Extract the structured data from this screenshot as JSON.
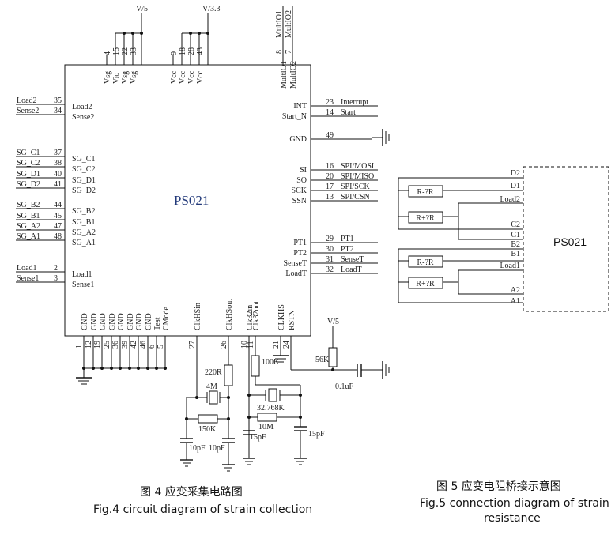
{
  "fig4": {
    "chip_label": "PS021",
    "power_v5": "V/5",
    "power_v33": "V/3.3",
    "top_pins": [
      {
        "num": "4",
        "name": "Vsg"
      },
      {
        "num": "15",
        "name": "Vio"
      },
      {
        "num": "22",
        "name": "Vsg"
      },
      {
        "num": "33",
        "name": "Vsg"
      },
      {
        "num": "9",
        "name": "Vcc"
      },
      {
        "num": "18",
        "name": "Vcc"
      },
      {
        "num": "28",
        "name": "Vcc"
      },
      {
        "num": "43",
        "name": "Vcc"
      }
    ],
    "multi_pins": [
      {
        "num": "8",
        "name": "MultIO1",
        "net": "MultIO1"
      },
      {
        "num": "7",
        "name": "MultIO2",
        "net": "MultIO2"
      }
    ],
    "left_pins": [
      {
        "num": "35",
        "name": "Load2",
        "net": "Load2"
      },
      {
        "num": "34",
        "name": "Sense2",
        "net": "Sense2"
      },
      {
        "num": "37",
        "name": "SG_C1",
        "net": "SG_C1"
      },
      {
        "num": "38",
        "name": "SG_C2",
        "net": "SG_C2"
      },
      {
        "num": "40",
        "name": "SG_D1",
        "net": "SG_D1"
      },
      {
        "num": "41",
        "name": "SG_D2",
        "net": "SG_D2"
      },
      {
        "num": "44",
        "name": "SG_B2",
        "net": "SG_B2"
      },
      {
        "num": "45",
        "name": "SG_B1",
        "net": "SG_B1"
      },
      {
        "num": "47",
        "name": "SG_A2",
        "net": "SG_A2"
      },
      {
        "num": "48",
        "name": "SG_A1",
        "net": "SG_A1"
      },
      {
        "num": "2",
        "name": "Load1",
        "net": "Load1"
      },
      {
        "num": "3",
        "name": "Sense1",
        "net": "Sense1"
      }
    ],
    "right_pins": [
      {
        "num": "23",
        "name": "INT",
        "net": "Interrupt"
      },
      {
        "num": "14",
        "name": "Start_N",
        "net": "Start"
      },
      {
        "num": "49",
        "name": "GND",
        "net": ""
      },
      {
        "num": "16",
        "name": "SI",
        "net": "SPI/MOSI"
      },
      {
        "num": "20",
        "name": "SO",
        "net": "SPI/MISO"
      },
      {
        "num": "17",
        "name": "SCK",
        "net": "SPI/SCK"
      },
      {
        "num": "13",
        "name": "SSN",
        "net": "SPI/CSN"
      },
      {
        "num": "29",
        "name": "PT1",
        "net": "PT1"
      },
      {
        "num": "30",
        "name": "PT2",
        "net": "PT2"
      },
      {
        "num": "31",
        "name": "SenseT",
        "net": "SenseT"
      },
      {
        "num": "32",
        "name": "LoadT",
        "net": "LoadT"
      }
    ],
    "bottom_pins": [
      {
        "num": "1",
        "name": "GND"
      },
      {
        "num": "12",
        "name": "GND"
      },
      {
        "num": "19",
        "name": "GND"
      },
      {
        "num": "25",
        "name": "GND"
      },
      {
        "num": "36",
        "name": "GND"
      },
      {
        "num": "39",
        "name": "GND"
      },
      {
        "num": "42",
        "name": "GND"
      },
      {
        "num": "46",
        "name": "GND"
      },
      {
        "num": "6",
        "name": "Test"
      },
      {
        "num": "5",
        "name": "CMode"
      },
      {
        "num": "27",
        "name": "ClkHSin"
      },
      {
        "num": "26",
        "name": "ClkHSout"
      },
      {
        "num": "10",
        "name": "Clk32in"
      },
      {
        "num": "11",
        "name": "Clk32out"
      },
      {
        "num": "21",
        "name": "CLKHS"
      },
      {
        "num": "24",
        "name": "RSTN"
      }
    ],
    "components": {
      "r220": "220R",
      "xtal_hs": "4M",
      "r150": "150K",
      "c10a": "10pF",
      "c10b": "10pF",
      "r100": "100K",
      "xtal_32": "32.768K",
      "r10m": "10M",
      "c15a": "15pF",
      "c15b": "15pF",
      "r56": "56K",
      "c01": "0.1uF",
      "rst_v5": "V/5"
    },
    "caption_cn": "图 4  应变采集电路图",
    "caption_en": "Fig.4 circuit diagram of strain collection"
  },
  "fig5": {
    "chip_label": "PS021",
    "pin_labels": [
      "D2",
      "D1",
      "Load2",
      "C2",
      "C1",
      "B2",
      "B1",
      "Load1",
      "A2",
      "A1"
    ],
    "resistors": [
      "R-?R",
      "R+?R",
      "R-?R",
      "R+?R"
    ],
    "caption_cn": "图 5  应变电阻桥接示意图",
    "caption_en_1": "Fig.5 connection diagram of strain",
    "caption_en_2": "resistance"
  }
}
